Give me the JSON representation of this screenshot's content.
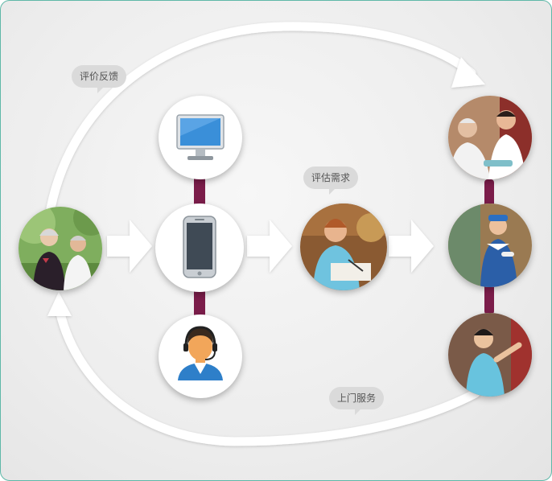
{
  "labels": {
    "feedback": "评价反馈",
    "assess": "评估需求",
    "onsite": "上门服务"
  },
  "colors": {
    "connector": "#7b1d4a",
    "arrow": "#ffffff",
    "bubble": "#dadada",
    "border": "#5fb8a8",
    "monitor_screen": "#3a8fd9",
    "headset_person": "#2e7fc9",
    "headset_face": "#f2a65a"
  },
  "icons": {
    "computer": "desktop-monitor-icon",
    "phone": "smartphone-icon",
    "agent": "headset-agent-icon"
  }
}
